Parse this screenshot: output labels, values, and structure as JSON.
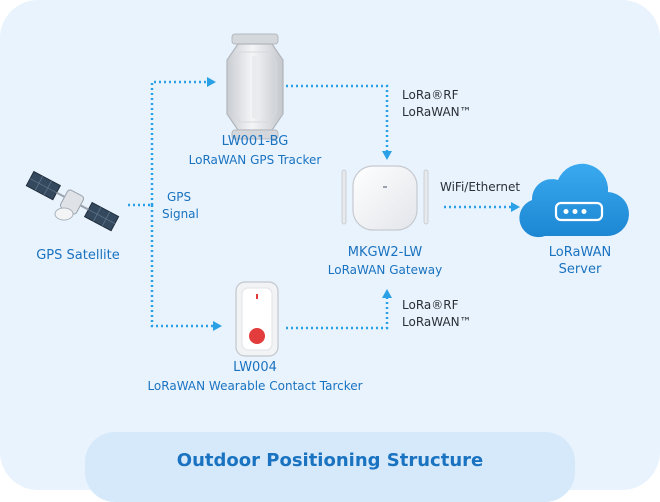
{
  "nodes": {
    "satellite": {
      "label": "GPS Satellite"
    },
    "tracker": {
      "name": "LW001-BG",
      "desc": "LoRaWAN GPS Tracker"
    },
    "wearable": {
      "name": "LW004",
      "desc": "LoRaWAN Wearable Contact Tarcker"
    },
    "gateway": {
      "name": "MKGW2-LW",
      "desc": "LoRaWAN Gateway"
    },
    "server": {
      "line1": "LoRaWAN",
      "line2": "Server"
    }
  },
  "edge_labels": {
    "gps_line1": "GPS",
    "gps_line2": "Signal",
    "lora_top_line1": "LoRa®RF",
    "lora_top_line2": "LoRaWAN™",
    "lora_bottom_line1": "LoRa®RF",
    "lora_bottom_line2": "LoRaWAN™",
    "wifi": "WiFi/Ethernet"
  },
  "footer": {
    "title": "Outdoor Positioning Structure"
  },
  "colors": {
    "accent": "#1a73c0",
    "link": "#2aa0e6",
    "panel": "#e9f3fd",
    "footer": "#d5e9fb",
    "cloud": "#2c9be0"
  }
}
